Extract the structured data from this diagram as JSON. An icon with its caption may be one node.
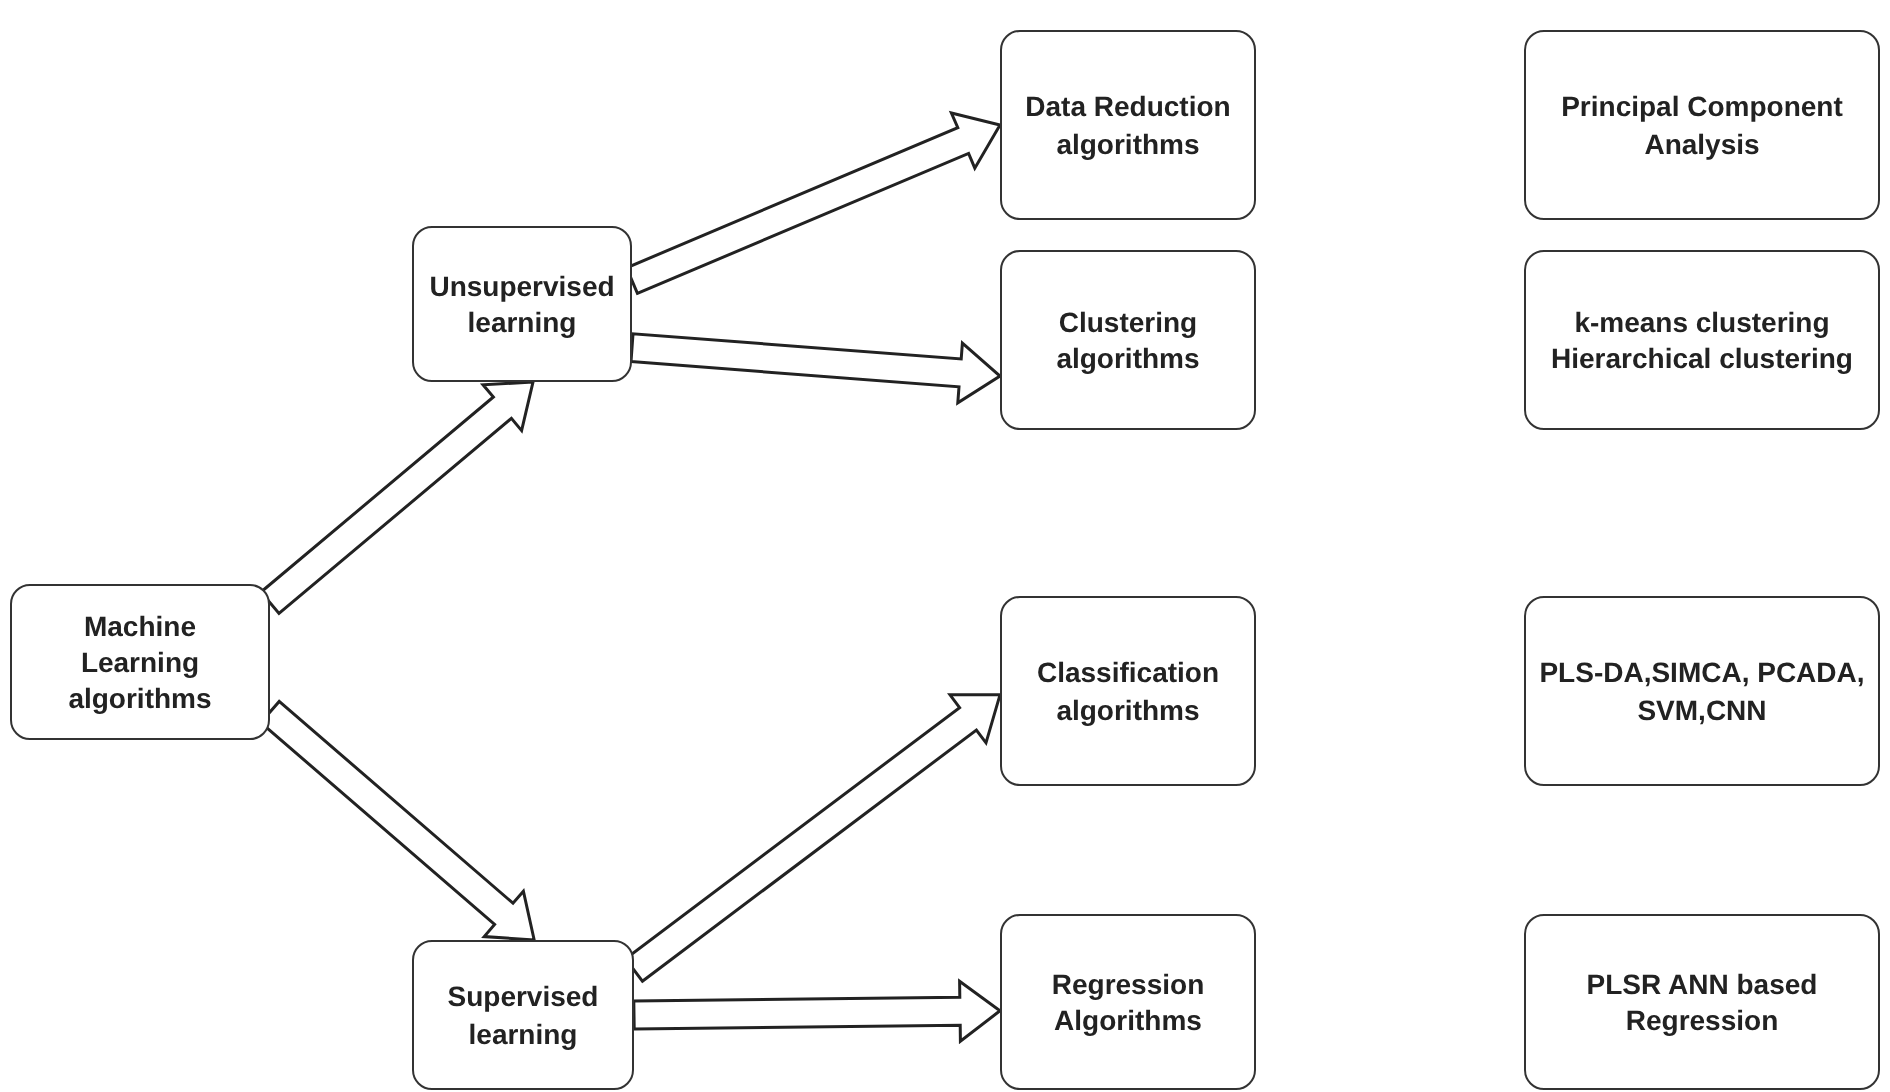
{
  "diagram": {
    "nodes": [
      {
        "text": [
          "Machine Learning algorithms"
        ]
      },
      {
        "text": [
          "Unsupervised learning"
        ]
      },
      {
        "text": [
          "Supervised learning"
        ]
      },
      {
        "text": [
          "Data Reduction algorithms"
        ]
      },
      {
        "text": [
          "Clustering algorithms"
        ]
      },
      {
        "text": [
          "Classification algorithms"
        ]
      },
      {
        "text": [
          "Regression Algorithms"
        ]
      },
      {
        "text": [
          "Principal Component Analysis"
        ]
      },
      {
        "text": [
          "k-means clustering Hierarchical clustering"
        ]
      },
      {
        "text": [
          "PLS-DA,SIMCA, PCADA, SVM,CNN"
        ]
      },
      {
        "text": [
          "PLSR ANN based Regression"
        ]
      }
    ],
    "edges": [
      {
        "from": 0,
        "to": 1,
        "arrow": "to"
      },
      {
        "from": 0,
        "to": 2,
        "arrow": "to"
      },
      {
        "from": 1,
        "to": 3,
        "arrow": "to"
      },
      {
        "from": 1,
        "to": 4,
        "arrow": "to"
      },
      {
        "from": 2,
        "to": 5,
        "arrow": "to"
      },
      {
        "from": 2,
        "to": 6,
        "arrow": "to"
      }
    ]
  }
}
